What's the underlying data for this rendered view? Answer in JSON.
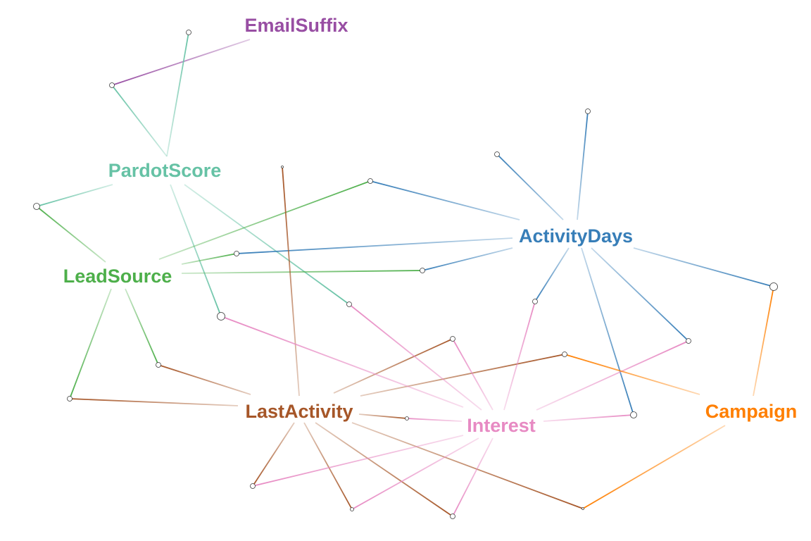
{
  "nodes": [
    {
      "id": "EmailSuffix",
      "label": "EmailSuffix",
      "color": "#984ea3"
    },
    {
      "id": "PardotScore",
      "label": "PardotScore",
      "color": "#66c2a5"
    },
    {
      "id": "ActivityDays",
      "label": "ActivityDays",
      "color": "#377eb8"
    },
    {
      "id": "LeadSource",
      "label": "LeadSource",
      "color": "#4daf4a"
    },
    {
      "id": "LastActivity",
      "label": "LastActivity",
      "color": "#a65628"
    },
    {
      "id": "Interest",
      "label": "Interest",
      "color": "#e78ac3"
    },
    {
      "id": "Campaign",
      "label": "Campaign",
      "color": "#ff7f00"
    }
  ]
}
